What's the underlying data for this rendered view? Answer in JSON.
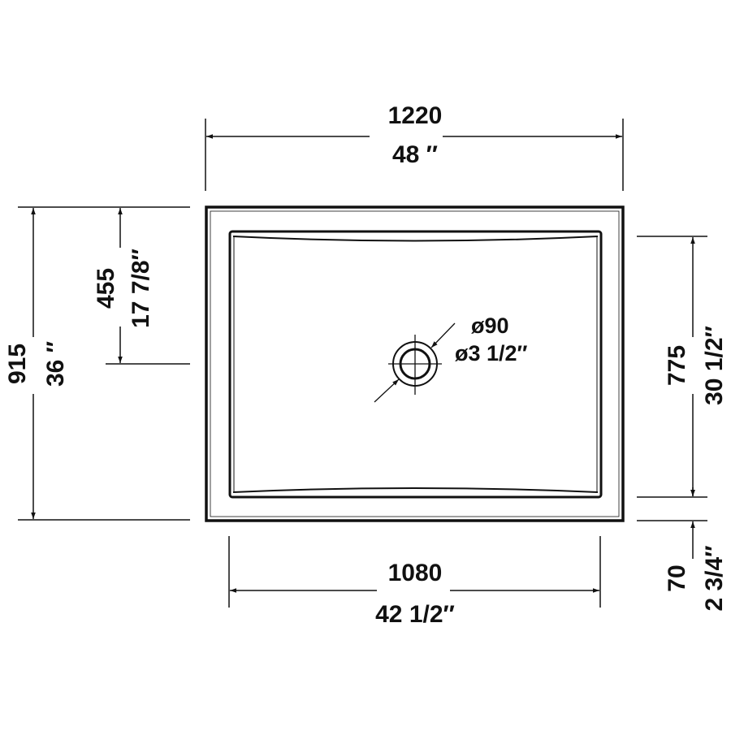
{
  "drawing": {
    "type": "shower tray dimension drawing (top view)",
    "line_color": "#111111",
    "background": "#ffffff"
  },
  "dimensions": {
    "overall_width": {
      "mm": "1220",
      "inch": "48 ″"
    },
    "overall_depth": {
      "mm": "915",
      "inch": "36 ″"
    },
    "drain_offset": {
      "mm": "455",
      "inch": "17 7/8″"
    },
    "inner_width": {
      "mm": "1080",
      "inch": "42 1/2″"
    },
    "inner_depth": {
      "mm": "775",
      "inch": "30 1/2″"
    },
    "rim": {
      "mm": "70",
      "inch": "2 3/4″"
    },
    "drain_diameter": {
      "mm": "ø90",
      "inch": "ø3 1/2″"
    }
  }
}
